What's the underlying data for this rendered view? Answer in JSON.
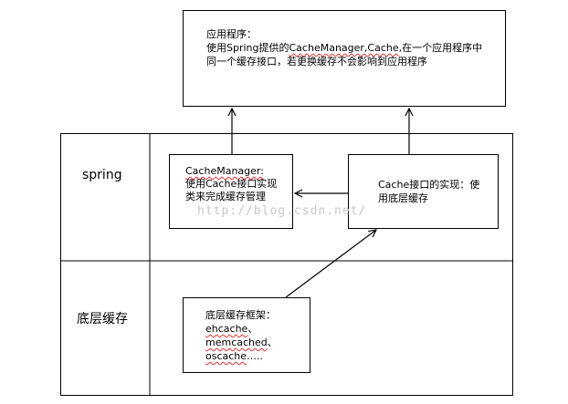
{
  "app_box": {
    "title": "应用程序：",
    "line1_prefix": "使用Spring提供的",
    "line1_class": "CacheManager,Cache",
    "line1_suffix": ",在一个应用程序中",
    "line2": "同一个缓存接口，若更换缓存不会影响到应用程序"
  },
  "layers": {
    "spring_label": "spring",
    "bottom_label": "底层缓存"
  },
  "cache_manager_box": {
    "line1": "CacheManager:",
    "line2": "使用Cache接口实现",
    "line3": "类来完成缓存管理"
  },
  "cache_impl_box": {
    "line1": "Cache接口的实现：使",
    "line2": "用底层缓存"
  },
  "underlying_box": {
    "title": "底层缓存框架：",
    "item1": "ehcache",
    "item1_sep": "、",
    "item2": "memcached",
    "item2_sep": "、",
    "item3": "oscache",
    "item3_tail": "….."
  },
  "watermark": "http://blog.csdn.net/"
}
